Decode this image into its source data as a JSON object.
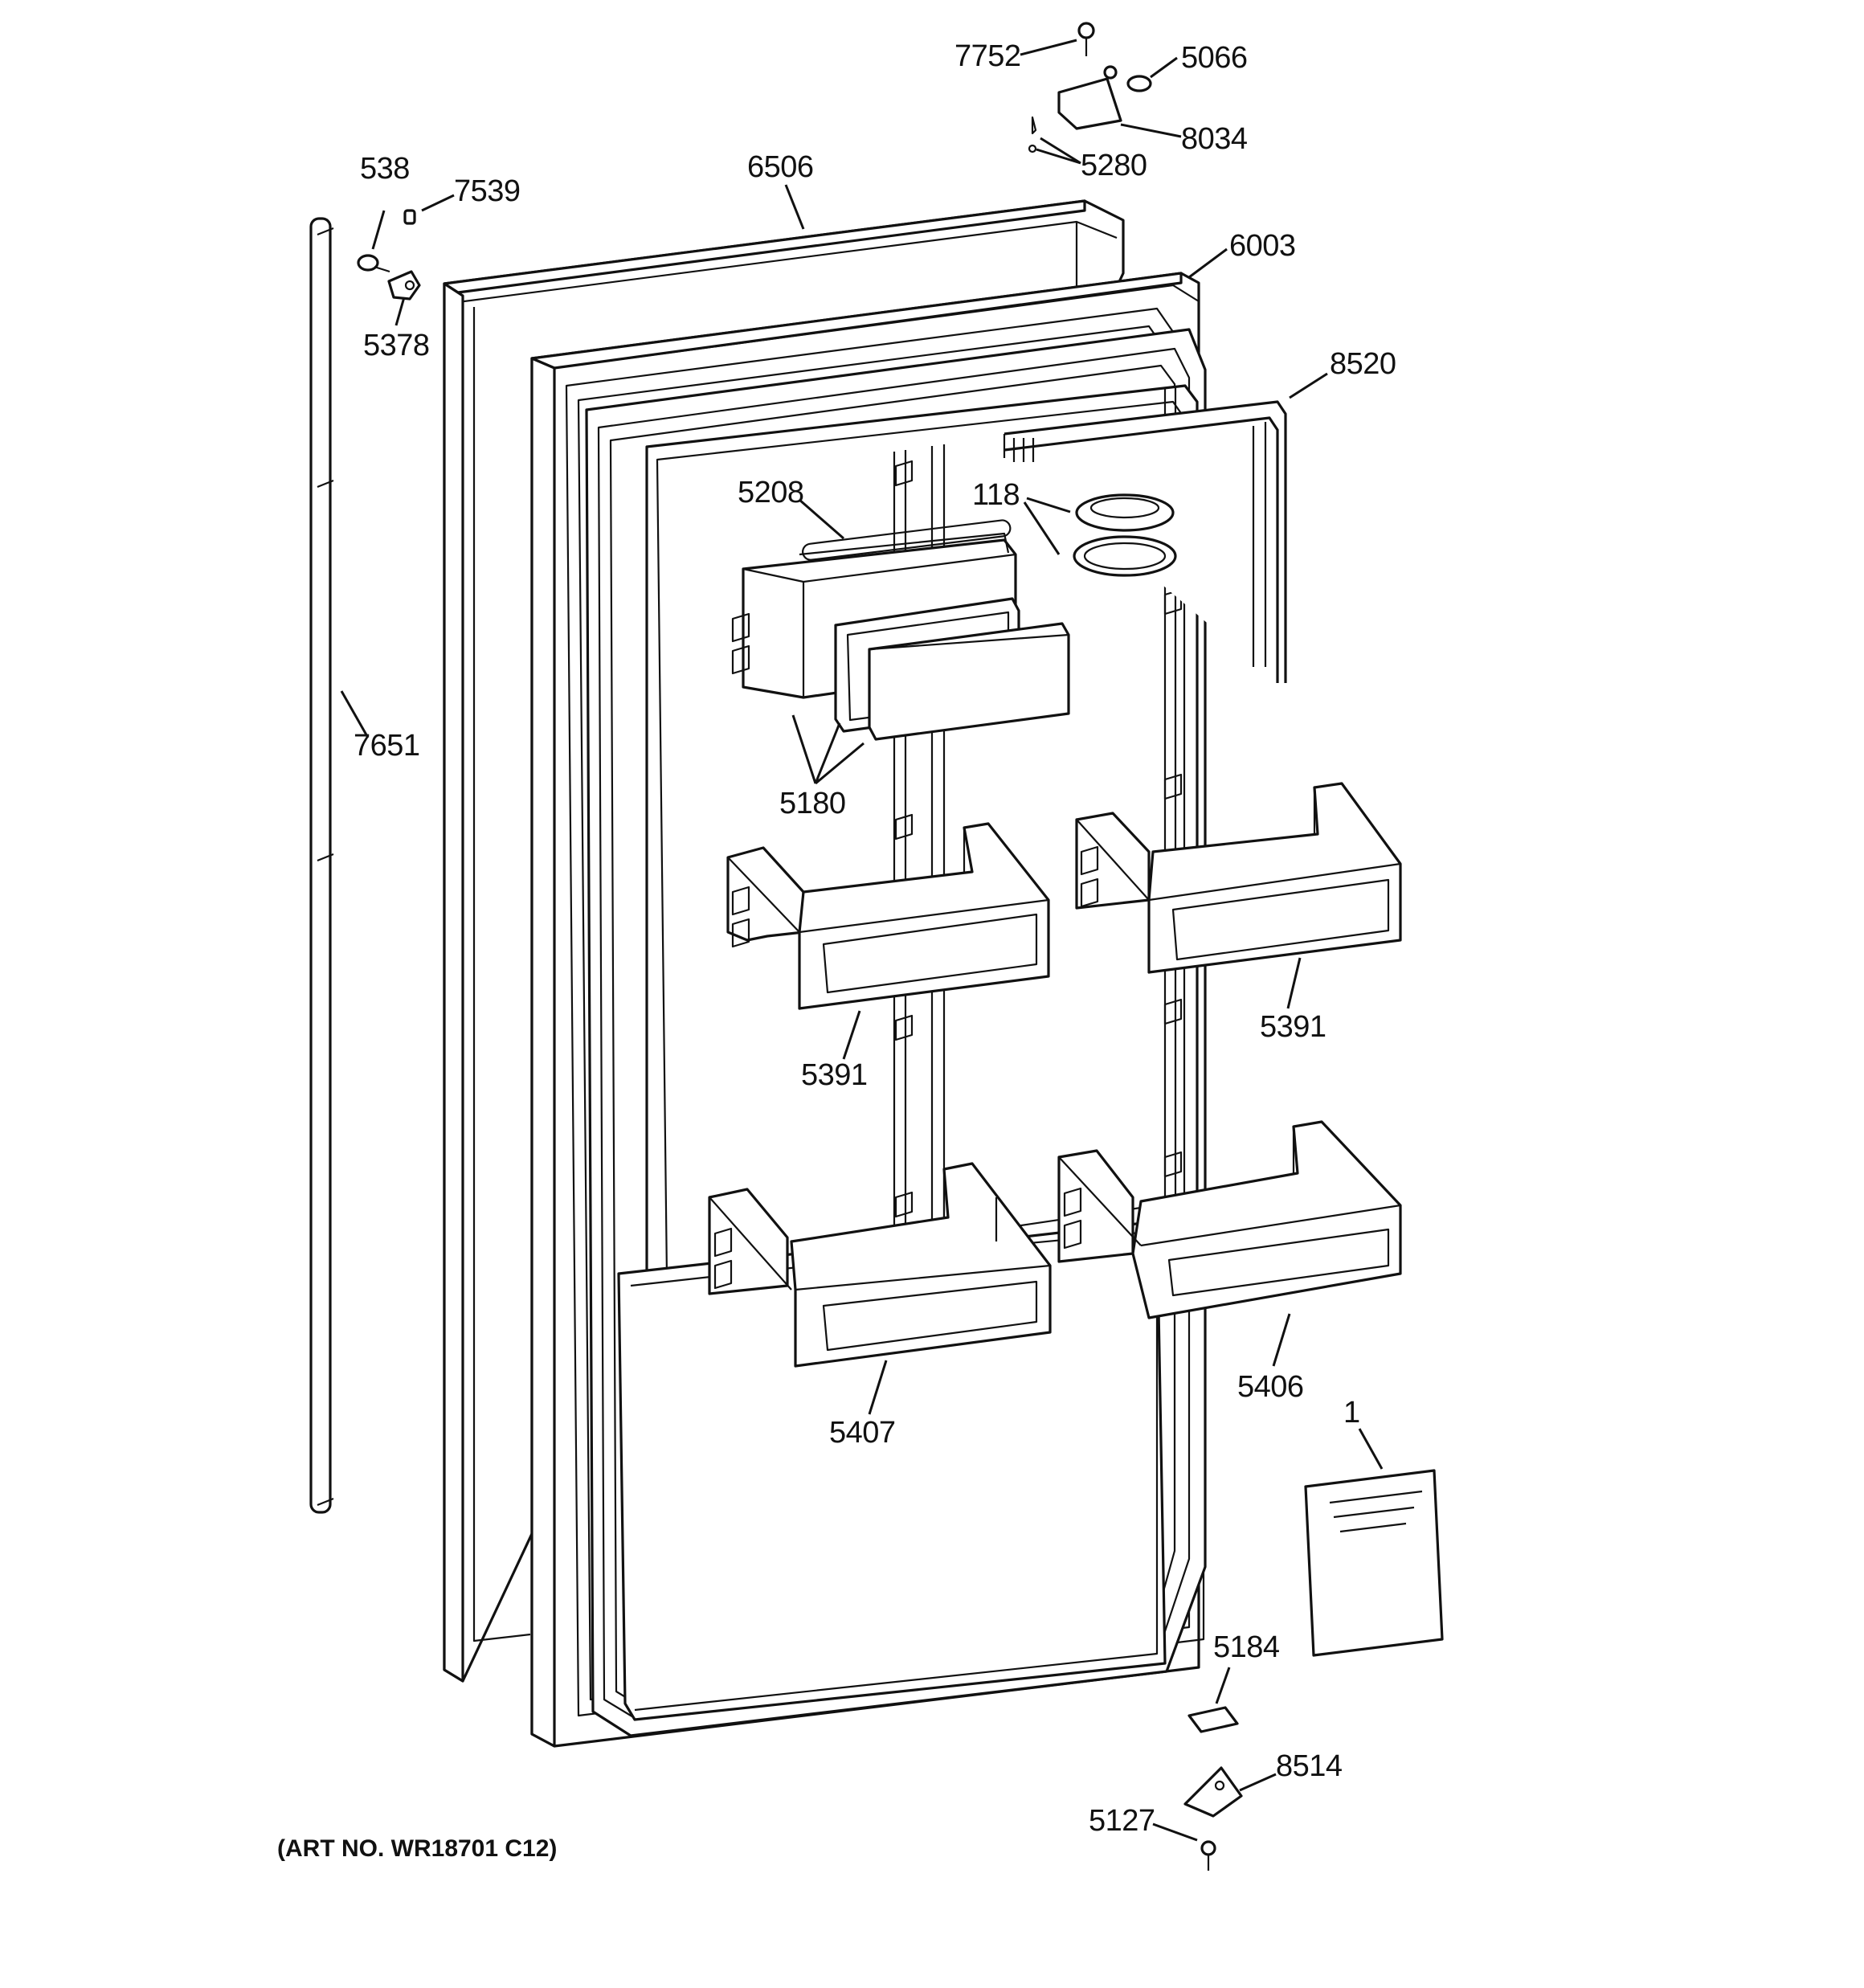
{
  "diagram": {
    "caption": "(ART NO. WR18701 C12)",
    "callouts": [
      {
        "id": "c7752",
        "text": "7752"
      },
      {
        "id": "c5066",
        "text": "5066"
      },
      {
        "id": "c8034",
        "text": "8034"
      },
      {
        "id": "c5280",
        "text": "5280"
      },
      {
        "id": "c538",
        "text": "538"
      },
      {
        "id": "c7539",
        "text": "7539"
      },
      {
        "id": "c6506",
        "text": "6506"
      },
      {
        "id": "c6003",
        "text": "6003"
      },
      {
        "id": "c5378",
        "text": "5378"
      },
      {
        "id": "c8520",
        "text": "8520"
      },
      {
        "id": "c118",
        "text": "118"
      },
      {
        "id": "c5208",
        "text": "5208"
      },
      {
        "id": "c7651",
        "text": "7651"
      },
      {
        "id": "c5180",
        "text": "5180"
      },
      {
        "id": "c5391a",
        "text": "5391"
      },
      {
        "id": "c5391b",
        "text": "5391"
      },
      {
        "id": "c5406",
        "text": "5406"
      },
      {
        "id": "c5407",
        "text": "5407"
      },
      {
        "id": "c1",
        "text": "1"
      },
      {
        "id": "c5184",
        "text": "5184"
      },
      {
        "id": "c8514",
        "text": "8514"
      },
      {
        "id": "c5127",
        "text": "5127"
      }
    ]
  }
}
